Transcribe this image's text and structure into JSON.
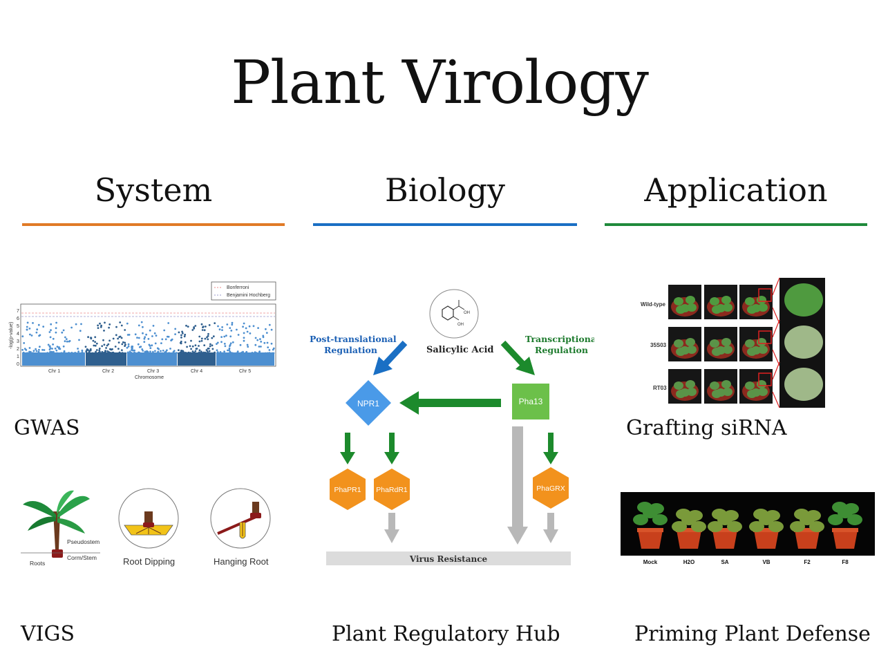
{
  "title": "Plant Virology",
  "columns": [
    {
      "heading": "System",
      "color": "#e07a26"
    },
    {
      "heading": "Biology",
      "color": "#1a6fc4"
    },
    {
      "heading": "Application",
      "color": "#1f8a3b"
    }
  ],
  "captions": {
    "gwas": "GWAS",
    "vigs": "VIGS",
    "hub": "Plant Regulatory Hub",
    "grafting": "Grafting siRNA",
    "priming": "Priming Plant Defense"
  },
  "gwas_plot": {
    "legend": [
      "Bonferroni",
      "Benjamini Hochberg"
    ],
    "y_ticks": [
      "0",
      "1",
      "2",
      "3",
      "4",
      "5",
      "6",
      "7"
    ],
    "y_label": "-log(p-value)",
    "x_ticks": [
      "Chr 1",
      "Chr 2",
      "Chr 3",
      "Chr 4",
      "Chr 5"
    ],
    "x_label": "Chromosome"
  },
  "vigs_panel": {
    "plant_labels": [
      "Pseudostem",
      "Corm/Stem",
      "Roots"
    ],
    "methods": [
      "Root Dipping",
      "Hanging Root"
    ]
  },
  "hub": {
    "molecule_labels": [
      "OH",
      "OH"
    ],
    "molecule": "Salicylic Acid",
    "left_label": [
      "Post-translational",
      "Regulation"
    ],
    "right_label": [
      "Transcriptional",
      "Regulation"
    ],
    "npr1": "NPR1",
    "pha13": "Pha13",
    "genes": [
      "PhaPR1",
      "PhaRdR1",
      "PhaGRX"
    ],
    "outcome": "Virus Resistance"
  },
  "grafting_panel": {
    "rows": [
      "Wild-type",
      "35S03",
      "RT03"
    ]
  },
  "priming_panel": {
    "labels": [
      "Mock",
      "H2O",
      "SA",
      "VB",
      "F2",
      "F8"
    ]
  }
}
